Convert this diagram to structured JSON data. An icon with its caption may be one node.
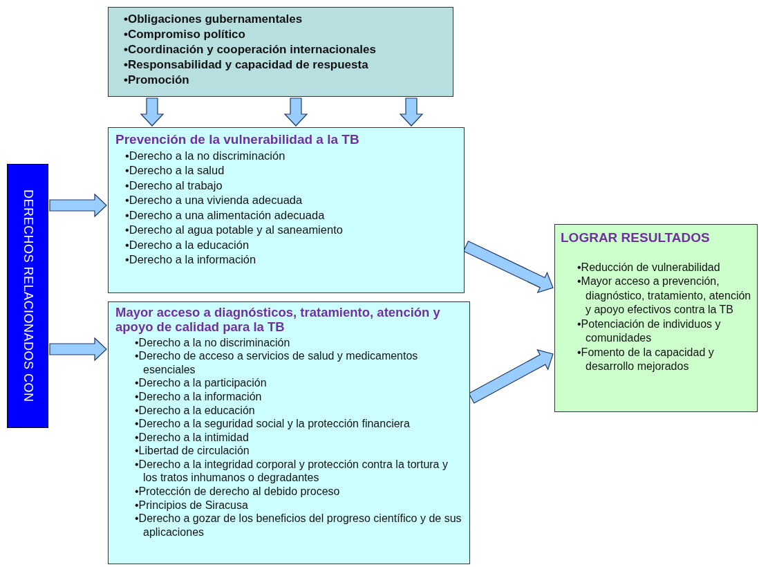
{
  "diagram": {
    "nodes": [
      {
        "text": [
          "•Obligaciones gubernamentales",
          "•Compromiso político",
          "•Coordinación y cooperación internacionales",
          "•Responsabilidad y capacidad de respuesta",
          "•Promoción"
        ]
      },
      {
        "text": [
          "DERECHOS RELACIONADOS CON"
        ]
      },
      {
        "text": [
          "Prevención de la vulnerabilidad a la TB",
          "•Derecho a la no discriminación",
          "•Derecho a la salud",
          "•Derecho al trabajo",
          "•Derecho a una vivienda adecuada",
          "•Derecho a una alimentación adecuada",
          "•Derecho al agua potable y al saneamiento",
          "•Derecho a la educación",
          "•Derecho a la información"
        ]
      },
      {
        "text": [
          "Mayor acceso a diagnósticos, tratamiento, atención y apoyo de calidad para la TB",
          "•Derecho a la no discriminación",
          "•Derecho de acceso a servicios de salud y medicamentos esenciales",
          "•Derecho a la participación",
          "•Derecho a la información",
          "•Derecho a la educación",
          "•Derecho a la seguridad social y la protección financiera",
          "•Derecho a la intimidad",
          "•Libertad de circulación",
          "•Derecho a la integridad corporal y protección contra la tortura y los tratos inhumanos o degradantes",
          "•Protección de derecho al debido proceso",
          "•Principios de Siracusa",
          "•Derecho a gozar de los beneficios del progreso científico y de sus aplicaciones"
        ]
      },
      {
        "text": [
          "LOGRAR RESULTADOS",
          "•Reducción de vulnerabilidad",
          "•Mayor acceso a prevención, diagnóstico, tratamiento, atención y apoyo efectivos contra la TB",
          "•Potenciación de individuos y comunidades",
          "•Fomento de la capacidad y desarrollo mejorados"
        ]
      }
    ],
    "edges": [
      {
        "from": 0,
        "to": 2,
        "arrow": "to"
      },
      {
        "from": 0,
        "to": 2,
        "arrow": "to"
      },
      {
        "from": 0,
        "to": 2,
        "arrow": "to"
      },
      {
        "from": 1,
        "to": 2,
        "arrow": "to"
      },
      {
        "from": 1,
        "to": 3,
        "arrow": "to"
      },
      {
        "from": 2,
        "to": 4,
        "arrow": "to"
      },
      {
        "from": 3,
        "to": 4,
        "arrow": "to"
      }
    ]
  }
}
